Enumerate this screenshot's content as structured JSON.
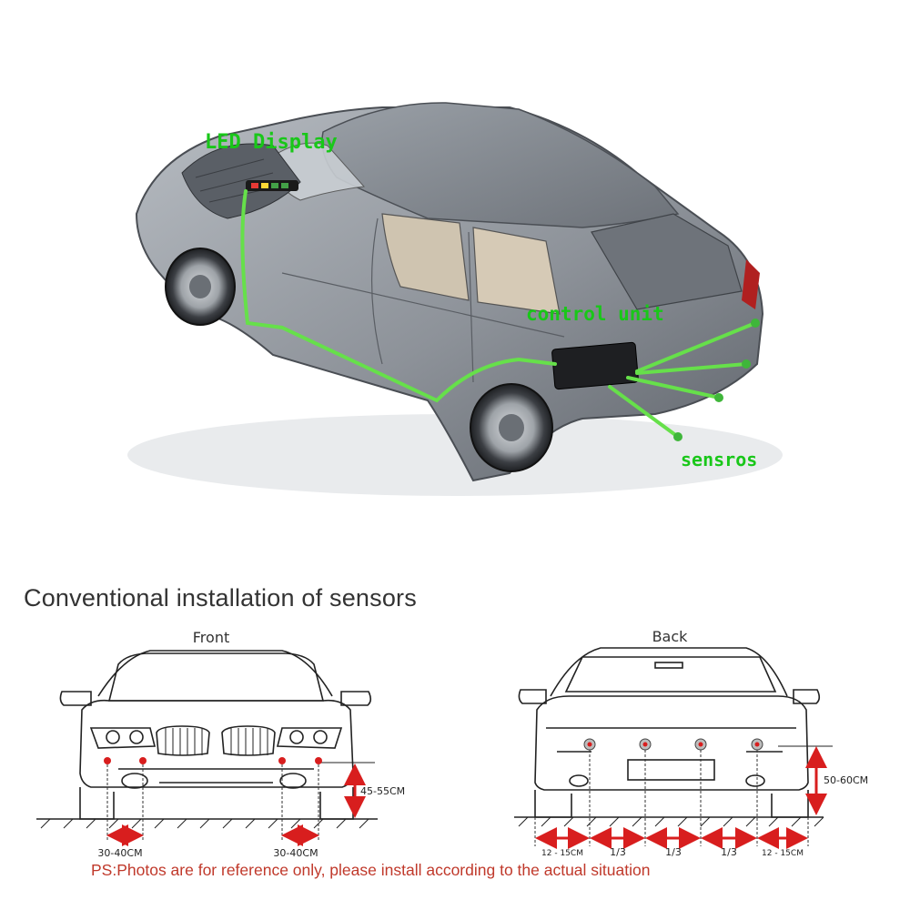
{
  "top": {
    "labels": {
      "led_display": "LED Display",
      "control_unit": "control unit",
      "sensors": "sensros"
    },
    "label_color": "#19c719",
    "wire_color": "#66e04a"
  },
  "bottom": {
    "title": "Conventional installation  of sensors",
    "front": {
      "heading": "Front",
      "height_range": "45-55CM",
      "left_spacing": "30-40CM",
      "right_spacing": "30-40CM"
    },
    "back": {
      "heading": "Back",
      "height_range": "50-60CM",
      "spacings": [
        "12 - 15CM",
        "1/3",
        "1/3",
        "1/3",
        "12 - 15CM"
      ]
    },
    "note": "PS:Photos are for reference only, please install according to the actual situation",
    "note_color": "#c0392b",
    "sensor_dot_color": "#d81e1e",
    "arrow_color": "#d81e1e"
  }
}
